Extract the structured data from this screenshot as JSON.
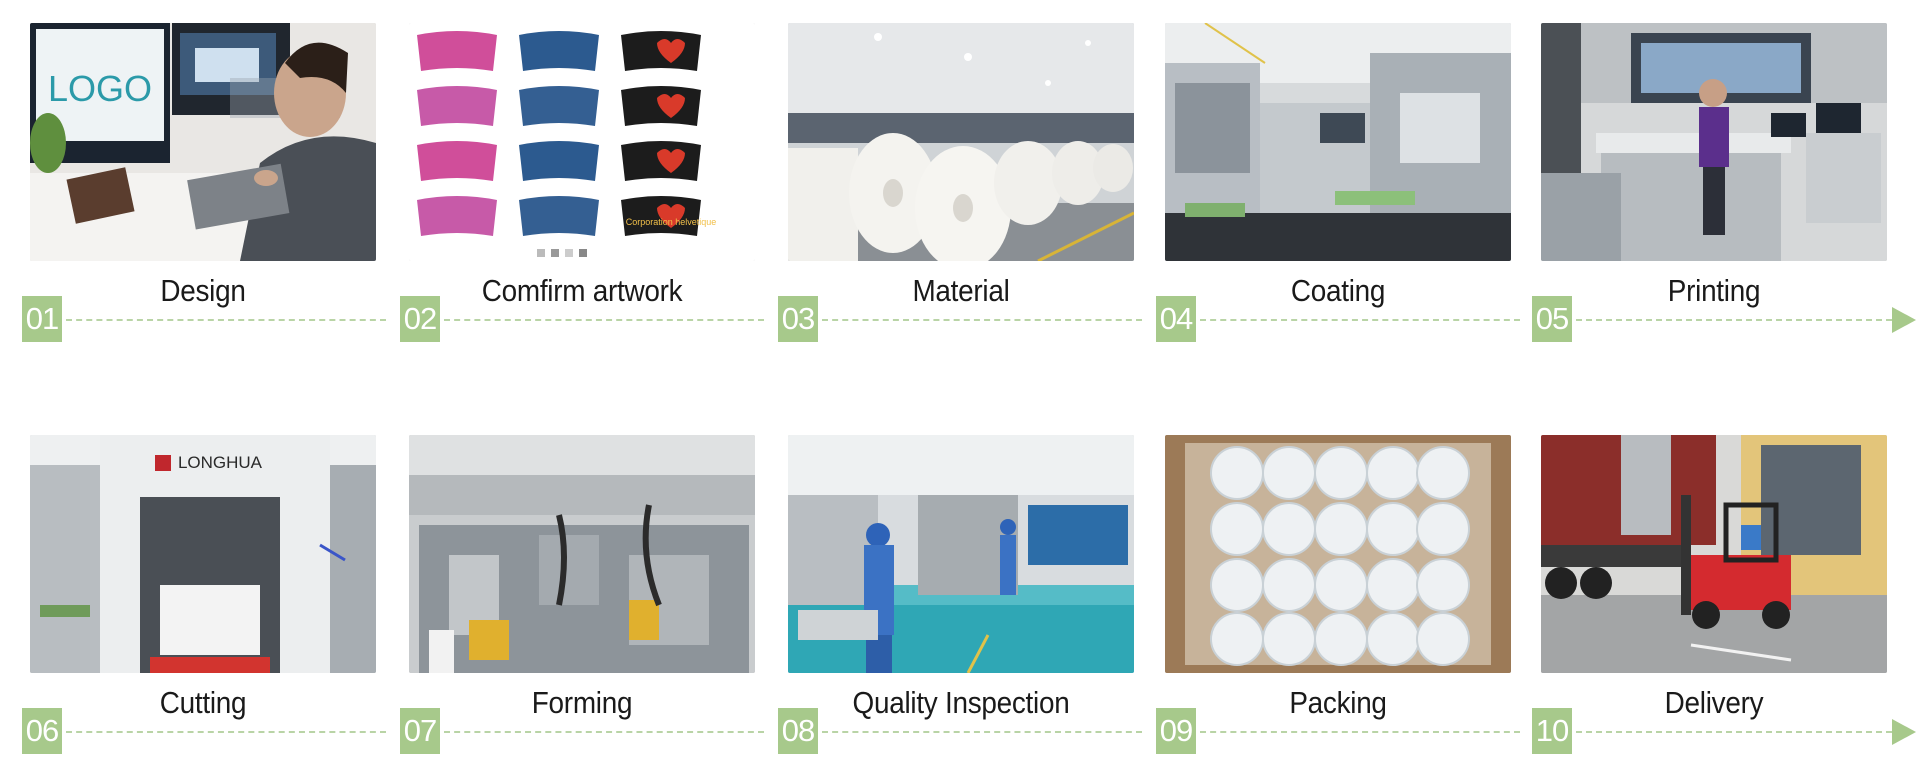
{
  "steps": [
    {
      "number": "01",
      "label": "Design"
    },
    {
      "number": "02",
      "label": "Comfirm artwork",
      "artwork_text": "Corporation helvetique"
    },
    {
      "number": "03",
      "label": "Material"
    },
    {
      "number": "04",
      "label": "Coating"
    },
    {
      "number": "05",
      "label": "Printing"
    },
    {
      "number": "06",
      "label": "Cutting",
      "machine_brand": "LONGHUA"
    },
    {
      "number": "07",
      "label": "Forming"
    },
    {
      "number": "08",
      "label": "Quality Inspection"
    },
    {
      "number": "09",
      "label": "Packing"
    },
    {
      "number": "10",
      "label": "Delivery"
    }
  ],
  "design_screen_text": "LOGO",
  "colors": {
    "accent_green": "#a7c98b",
    "dash_green": "#b9d4a6",
    "label_text": "#1a1a1a"
  }
}
